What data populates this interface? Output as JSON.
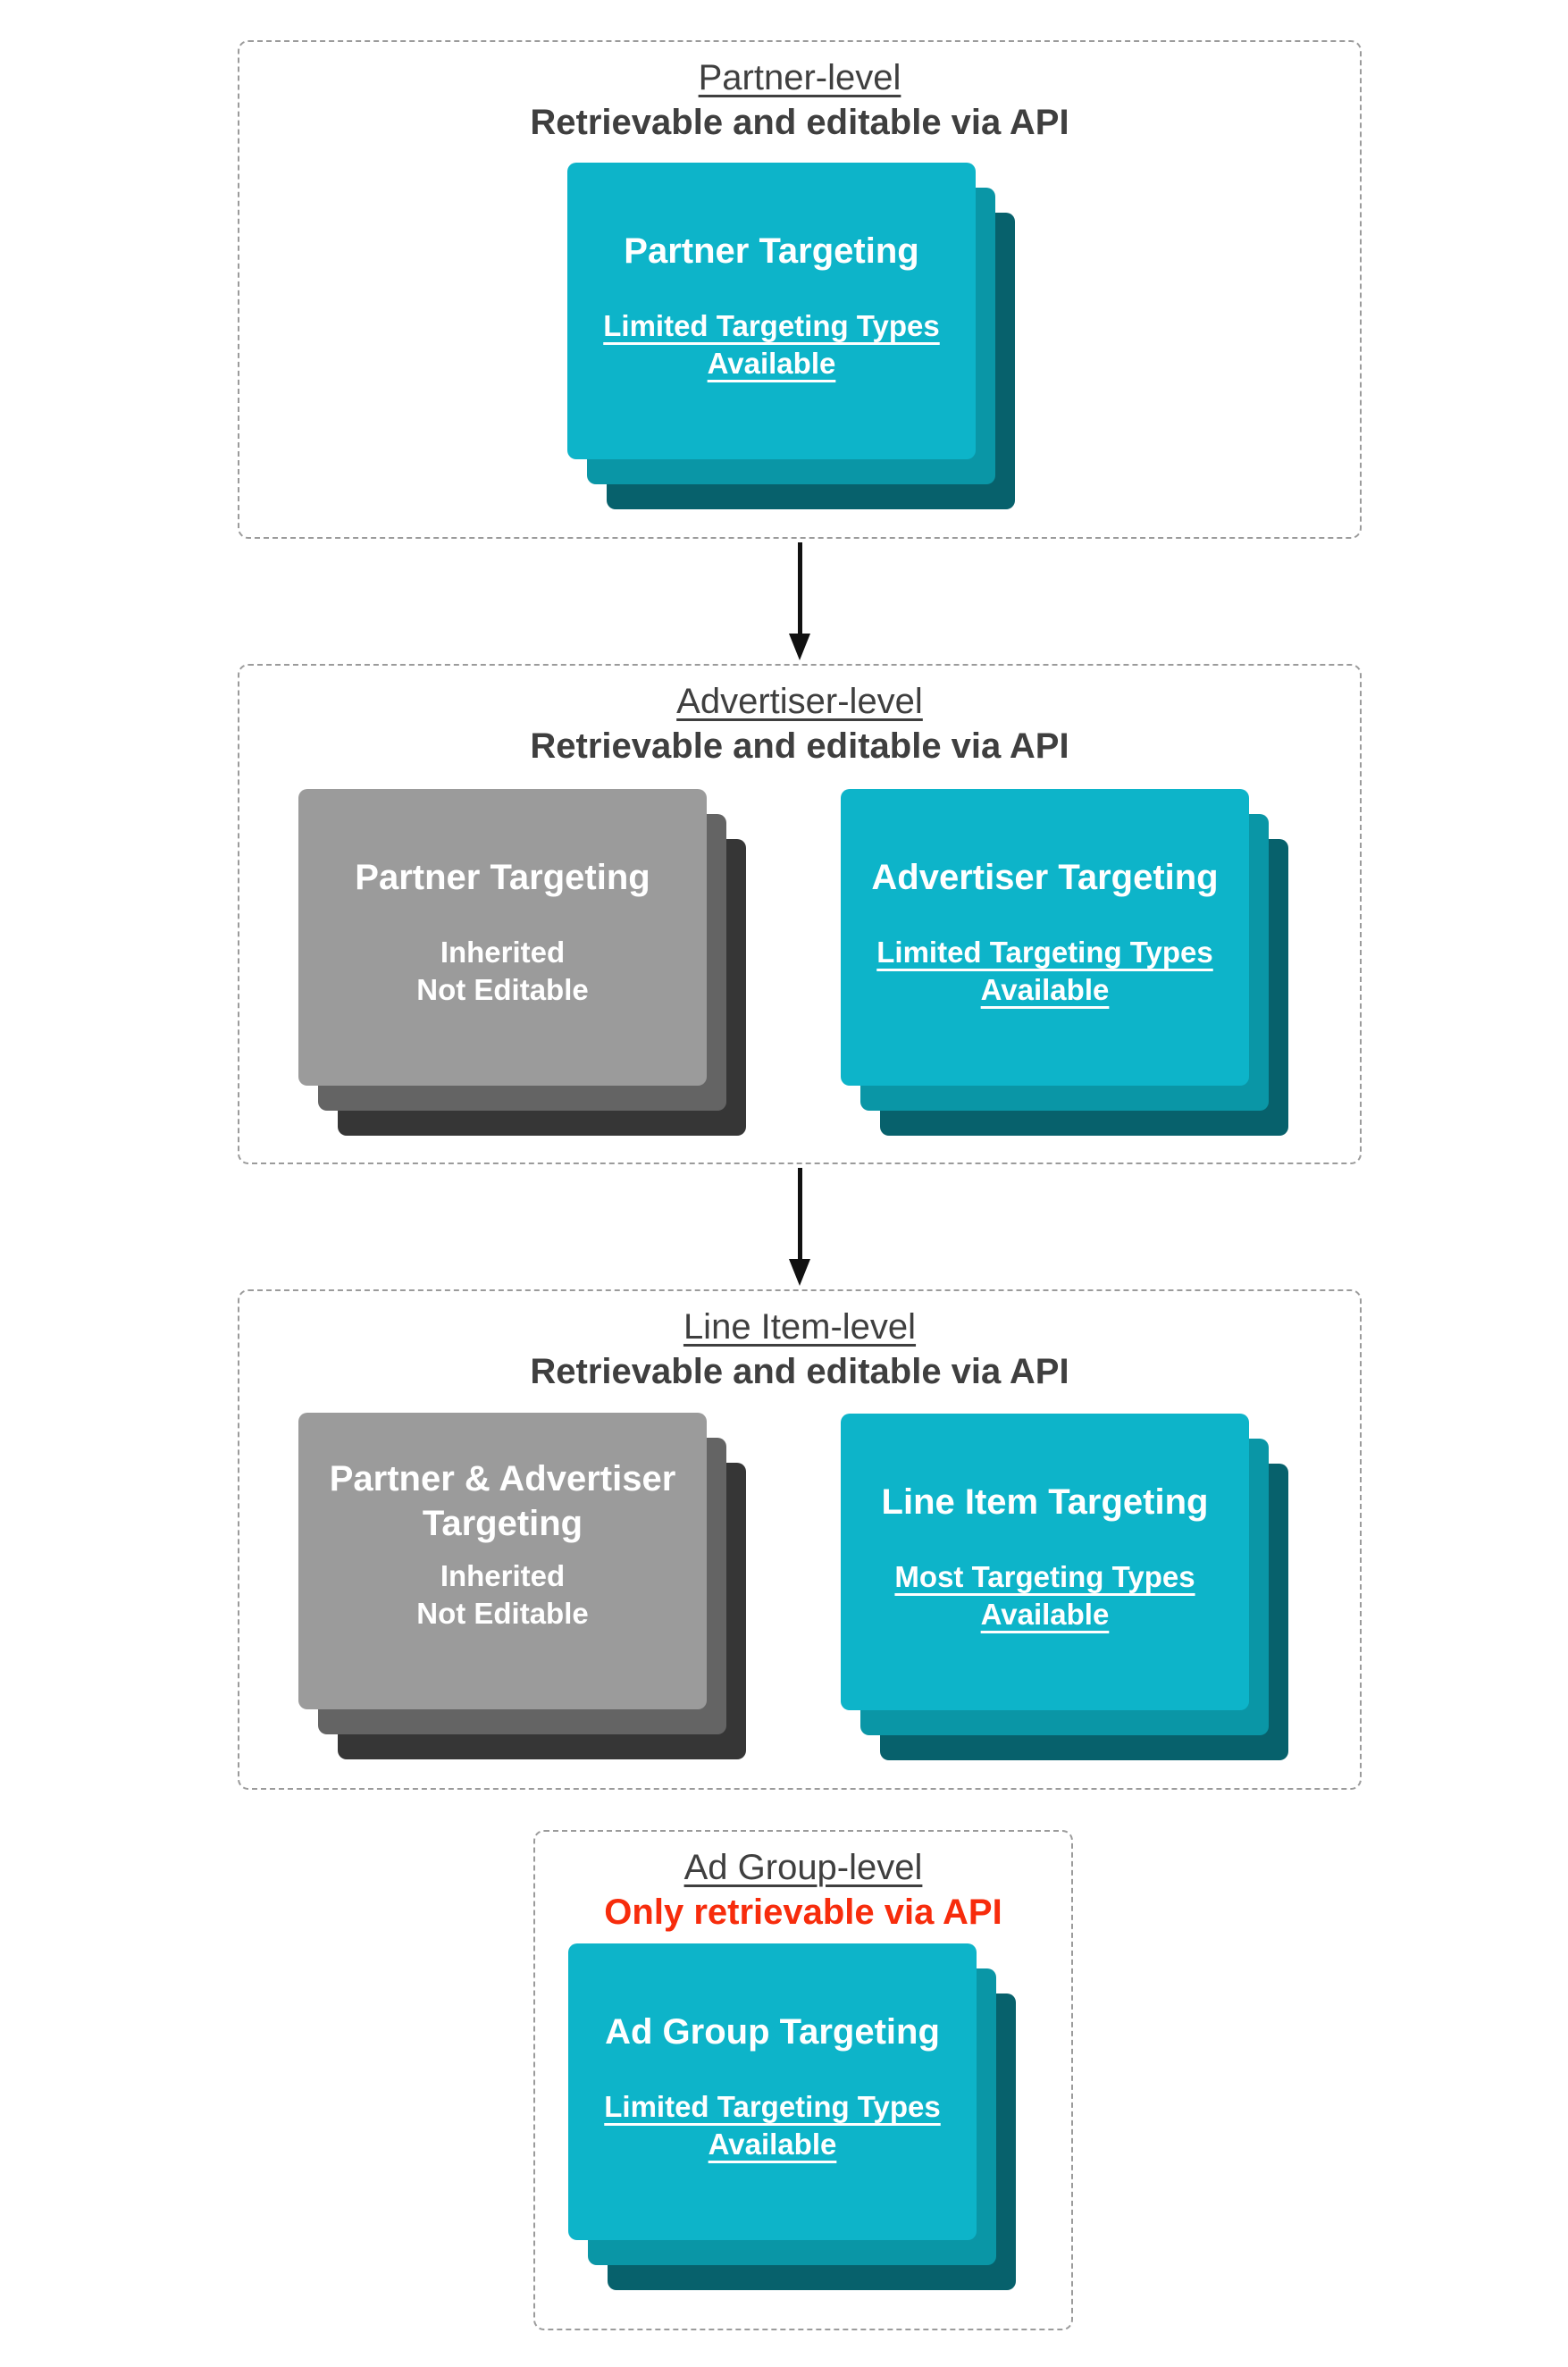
{
  "palette": {
    "page_bg": "#ffffff",
    "heading_text": "#3f3f3f",
    "red_text": "#f72c0c",
    "border_dash": "#9b9b9b",
    "arrow": "#111111",
    "card_text": "#ffffff",
    "cyan_front": "#0db4c9",
    "cyan_mid": "#0a96a6",
    "cyan_back": "#07616c",
    "gray_front": "#9b9b9b",
    "gray_mid": "#646464",
    "gray_back": "#363636"
  },
  "sections": [
    {
      "title": "Partner-level",
      "subtitle": "Retrievable and editable via API",
      "cards": [
        {
          "variant": "cyan",
          "title_lines": [
            "Partner Targeting"
          ],
          "body_lines": [
            "Limited Targeting Types",
            "Available"
          ]
        }
      ]
    },
    {
      "title": "Advertiser-level",
      "subtitle": "Retrievable and editable via API",
      "cards": [
        {
          "variant": "gray",
          "title_lines": [
            "Partner Targeting"
          ],
          "body_lines": [
            "Inherited",
            "Not Editable"
          ]
        },
        {
          "variant": "cyan",
          "title_lines": [
            "Advertiser Targeting"
          ],
          "body_lines": [
            "Limited Targeting Types",
            "Available"
          ]
        }
      ]
    },
    {
      "title": "Line Item-level",
      "subtitle": "Retrievable and editable via API",
      "cards": [
        {
          "variant": "gray",
          "title_lines": [
            "Partner & Advertiser",
            "Targeting"
          ],
          "body_lines": [
            "Inherited",
            "Not Editable"
          ]
        },
        {
          "variant": "cyan",
          "title_lines": [
            "Line Item Targeting"
          ],
          "body_lines": [
            "Most Targeting Types",
            "Available"
          ]
        }
      ]
    },
    {
      "title": "Ad Group-level",
      "subtitle": "Only retrievable via API",
      "cards": [
        {
          "variant": "cyan",
          "title_lines": [
            "Ad Group Targeting"
          ],
          "body_lines": [
            "Limited Targeting Types",
            "Available"
          ]
        }
      ]
    }
  ]
}
